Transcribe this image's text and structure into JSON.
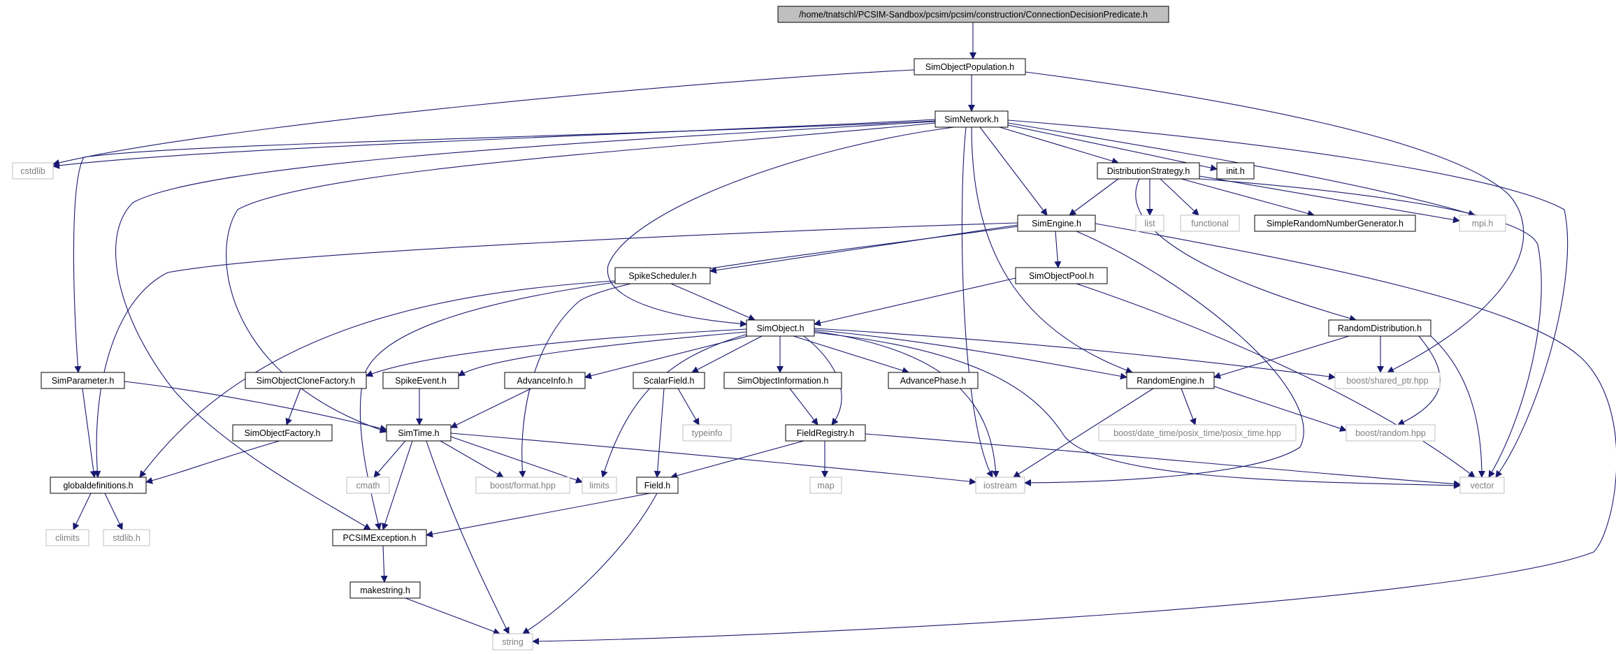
{
  "colors": {
    "edge": "#191970",
    "node_border": "#000000",
    "ext_border": "#bfbfbf",
    "ext_text": "#808080",
    "root_fill": "#bfbfbf"
  },
  "nodes": {
    "root": "/home/tnatschl/PCSIM-Sandbox/pcsim/pcsim/construction/ConnectionDecisionPredicate.h",
    "simobjectpopulation": "SimObjectPopulation.h",
    "simnetwork": "SimNetwork.h",
    "cstdlib": "cstdlib",
    "distributionstrategy": "DistributionStrategy.h",
    "init": "init.h",
    "list": "list",
    "functional": "functional",
    "simplerandom": "SimpleRandomNumberGenerator.h",
    "mpi": "mpi.h",
    "simengine": "SimEngine.h",
    "spikescheduler": "SpikeScheduler.h",
    "simobjectpool": "SimObjectPool.h",
    "simobject": "SimObject.h",
    "randomdistribution": "RandomDistribution.h",
    "simparameter": "SimParameter.h",
    "simobjectclonefactory": "SimObjectCloneFactory.h",
    "spikeevent": "SpikeEvent.h",
    "advanceinfo": "AdvanceInfo.h",
    "scalarfield": "ScalarField.h",
    "simobjectinformation": "SimObjectInformation.h",
    "advancephase": "AdvancePhase.h",
    "randomengine": "RandomEngine.h",
    "shared_ptr": "boost/shared_ptr.hpp",
    "simobjectfactory": "SimObjectFactory.h",
    "simtime": "SimTime.h",
    "typeinfo": "typeinfo",
    "fieldregistry": "FieldRegistry.h",
    "posix_time": "boost/date_time/posix_time/posix_time.hpp",
    "random": "boost/random.hpp",
    "globaldefinitions": "globaldefinitions.h",
    "cmath": "cmath",
    "format": "boost/format.hpp",
    "limits": "limits",
    "iostream": "iostream",
    "map": "map",
    "vector": "vector",
    "field": "Field.h",
    "climits": "climits",
    "stdlib": "stdlib.h",
    "pcsimexception": "PCSIMException.h",
    "makestring": "makestring.h",
    "string": "string"
  }
}
